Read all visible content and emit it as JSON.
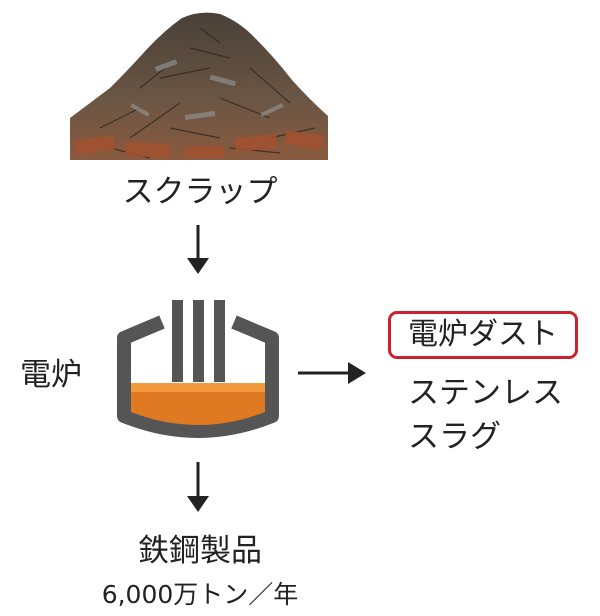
{
  "scrap": {
    "label": "スクラップ",
    "photo_icon": "scrap-metal-pile"
  },
  "furnace": {
    "label": "電炉",
    "icon": "electric-arc-furnace-icon",
    "molten_color": "#e07a22"
  },
  "byproducts": {
    "dust": "電炉ダスト",
    "slag_line1": "ステンレス",
    "slag_line2": "スラグ",
    "highlight_color": "#c9232f"
  },
  "product": {
    "label": "鉄鋼製品",
    "output": "6,000万トン／年"
  }
}
